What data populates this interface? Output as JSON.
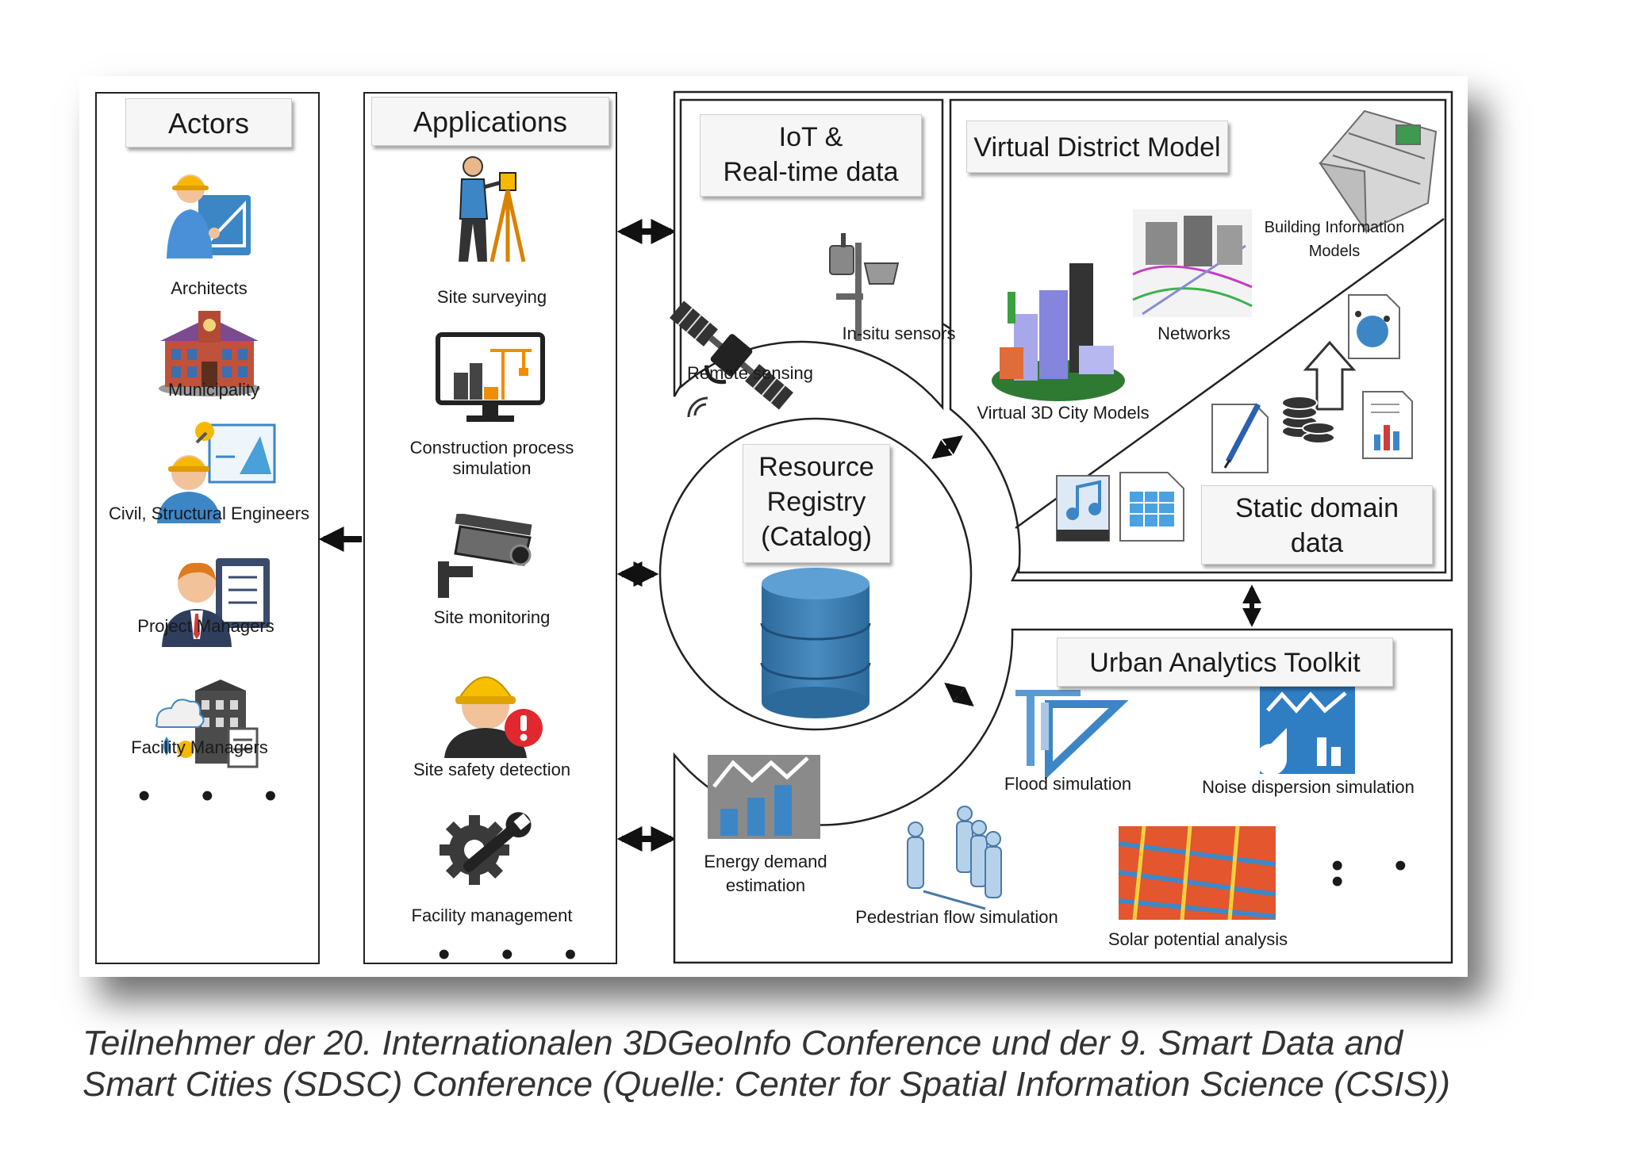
{
  "diagram": {
    "actors": {
      "title": "Actors",
      "items": [
        "Architects",
        "Municipality",
        "Civil, Structural Engineers",
        "Project Managers",
        "Facility Managers"
      ],
      "more": "• • •"
    },
    "applications": {
      "title": "Applications",
      "items": [
        "Site surveying",
        "Construction process simulation",
        "Site monitoring",
        "Site safety detection",
        "Facility management"
      ],
      "more": "• • •"
    },
    "iot": {
      "title_line1": "IoT &",
      "title_line2": "Real-time data",
      "in_situ": "In-situ sensors",
      "remote": "Remote sensing"
    },
    "virtual_district": {
      "title": "Virtual District Model",
      "bim_line1": "Building Information",
      "bim_line2": "Models",
      "networks": "Networks",
      "city_models": "Virtual 3D City Models"
    },
    "static_domain": {
      "line1": "Static domain",
      "line2": "data"
    },
    "registry": {
      "line1": "Resource",
      "line2": "Registry",
      "line3": "(Catalog)"
    },
    "toolkit": {
      "title": "Urban Analytics Toolkit",
      "energy_line1": "Energy demand",
      "energy_line2": "estimation",
      "flood": "Flood simulation",
      "noise": "Noise dispersion simulation",
      "pedestrian": "Pedestrian flow simulation",
      "solar": "Solar potential analysis",
      "more": "• • •"
    }
  },
  "caption": {
    "line1": "Teilnehmer der 20. Internationalen 3DGeoInfo Conference und der 9. Smart Data and",
    "line2": "Smart Cities (SDSC) Conference (Quelle: Center for Spatial Information Science (CSIS))"
  },
  "colors": {
    "accent_blue": "#3d86c6",
    "helmet_yellow": "#f6b800",
    "database_blue": "#3f7fb3"
  }
}
